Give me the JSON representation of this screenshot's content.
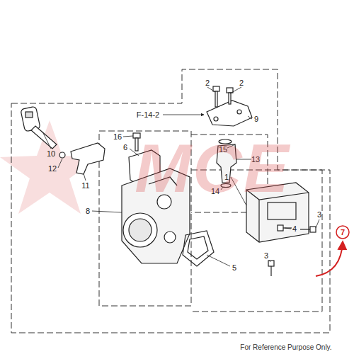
{
  "diagram": {
    "labels": [
      "2",
      "2",
      "F-14-2",
      "9",
      "10",
      "16",
      "6",
      "12",
      "15",
      "13",
      "11",
      "1",
      "14",
      "8",
      "3",
      "4",
      "3",
      "5",
      "7",
      "MCE",
      "For Reference Purpose Only."
    ]
  }
}
